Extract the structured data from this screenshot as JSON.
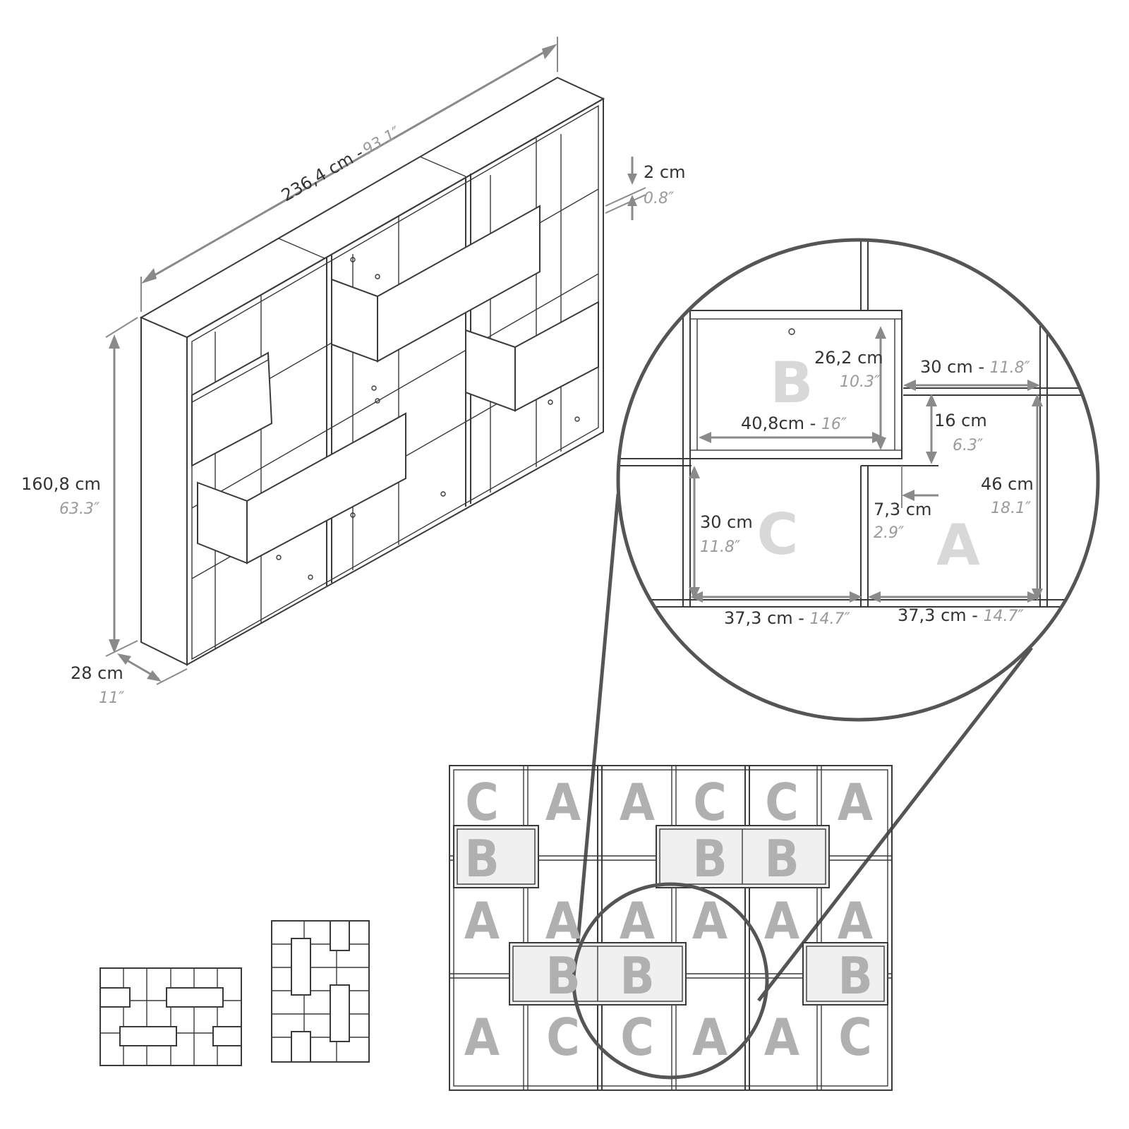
{
  "dimensions": {
    "width_metric": "236,4 cm - ",
    "width_imperial": "93.1″",
    "height_metric": "160,8 cm",
    "height_imperial": "63.3″",
    "depth_metric": "28 cm",
    "depth_imperial": "11″",
    "thickness_metric": "2 cm",
    "thickness_imperial": "0.8″"
  },
  "detail": {
    "b_height_metric": "26,2 cm",
    "b_height_imperial": "10.3″",
    "b_width_metric": "40,8cm - ",
    "b_width_imperial": "16″",
    "shelf_30_metric": "30 cm - ",
    "shelf_30_imperial": "11.8″",
    "h16_metric": "16 cm",
    "h16_imperial": "6.3″",
    "h46_metric": "46 cm",
    "h46_imperial": "18.1″",
    "offset_metric": "7,3 cm",
    "offset_imperial": "2.9″",
    "c_height_metric": "30 cm",
    "c_height_imperial": "11.8″",
    "cell_left_metric": "37,3 cm - ",
    "cell_left_imperial": "14.7″",
    "cell_right_metric": "37,3 cm - ",
    "cell_right_imperial": "14.7″",
    "labels": {
      "b": "B",
      "c": "C",
      "a": "A"
    }
  },
  "layout_grid": {
    "row1": [
      "C",
      "A",
      "A",
      "C",
      "C",
      "A"
    ],
    "row2_b": [
      "B",
      "B",
      "B"
    ],
    "row3": [
      "A",
      "A",
      "A",
      "A",
      "A",
      "A"
    ],
    "row4_b": [
      "B",
      "B",
      "B"
    ],
    "row5": [
      "A",
      "C",
      "C",
      "A",
      "A",
      "C"
    ]
  },
  "colors": {
    "line": "#3a3a3a",
    "dimension": "#8a8a8a",
    "letter": "#b0b0b0",
    "drawer_fill": "#f0f0f0"
  }
}
